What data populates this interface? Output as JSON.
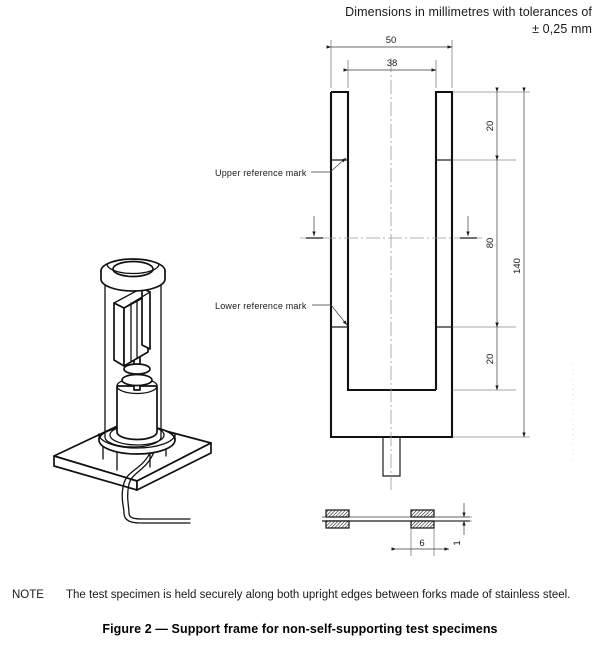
{
  "header": {
    "line1": "Dimensions in millimetres with tolerances of",
    "line2": "± 0,25 mm"
  },
  "labels": {
    "upper_reference_mark": "Upper reference mark",
    "lower_reference_mark": "Lower reference mark"
  },
  "dimensions": {
    "width_outer": "50",
    "width_inner": "38",
    "top_segment": "20",
    "middle_segment": "80",
    "bottom_segment": "20",
    "overall_height": "140",
    "fork_width": "6",
    "fork_gap": "1"
  },
  "note": {
    "label": "NOTE",
    "text": "The test specimen is held securely along both upright edges between forks made of stainless steel."
  },
  "caption": "Figure 2 — Support frame for non-self-supporting test specimens",
  "colors": {
    "line": "#1a1a1a",
    "thick_line": "#111111",
    "center_line": "#9a9a9a",
    "extension_line": "#555555",
    "text": "#1a1a1a",
    "background": "#ffffff"
  },
  "figures": {
    "isometric_apparatus": "isometric-test-apparatus",
    "front_view": "support-frame-front-view",
    "fork_detail": "fork-clamp-detail"
  }
}
